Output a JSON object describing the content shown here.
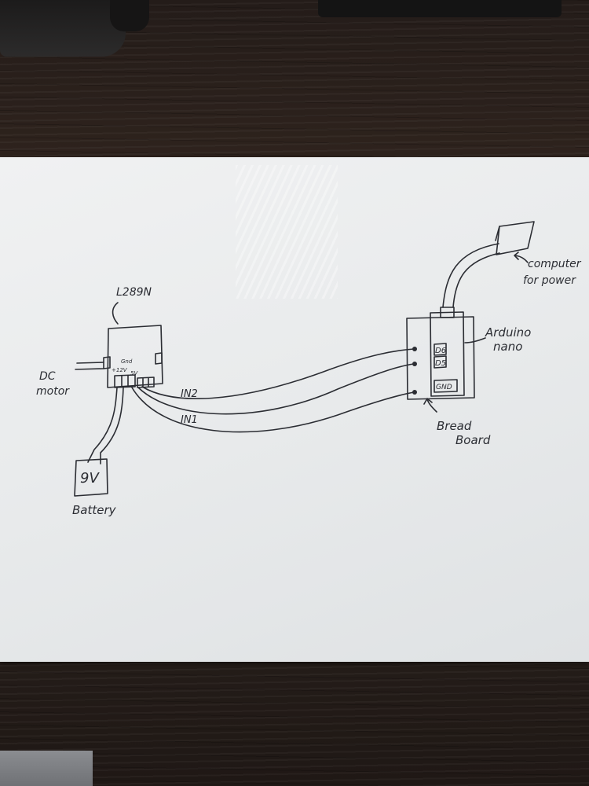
{
  "labels": {
    "driver": "L289N",
    "motor_line1": "DC",
    "motor_line2": "motor",
    "gnd_small": "Gnd",
    "v12": "+12V",
    "v5": "5V",
    "in2": "IN2",
    "in1": "IN1",
    "battery_value": "9V",
    "battery_label": "Battery",
    "arduino_line1": "Arduino",
    "arduino_line2": "nano",
    "pin_d6": "D6",
    "pin_d5": "D5",
    "pin_gnd": "GND",
    "breadboard_line1": "Bread",
    "breadboard_line2": "Board",
    "computer_line1": "computer",
    "computer_line2": "for power"
  }
}
